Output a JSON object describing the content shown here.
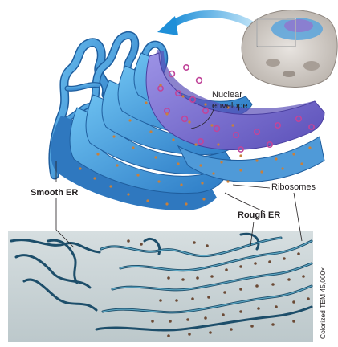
{
  "labels": {
    "nuclear_line1": "Nuclear",
    "nuclear_line2": "envelope",
    "smooth_er": "Smooth ER",
    "ribosomes": "Ribosomes",
    "rough_er": "Rough ER",
    "micrograph_caption": "Colorized TEM 45,000×"
  },
  "colors": {
    "er_blue": "#3a8fd6",
    "er_dark": "#1f5e9e",
    "nucleus_purple": "#7b6fd0",
    "pore_magenta": "#c0459a",
    "ribosome_orange": "#c9803a",
    "arrow_blue": "#39a6e0",
    "micrograph_bg": "#c9d3d6"
  }
}
